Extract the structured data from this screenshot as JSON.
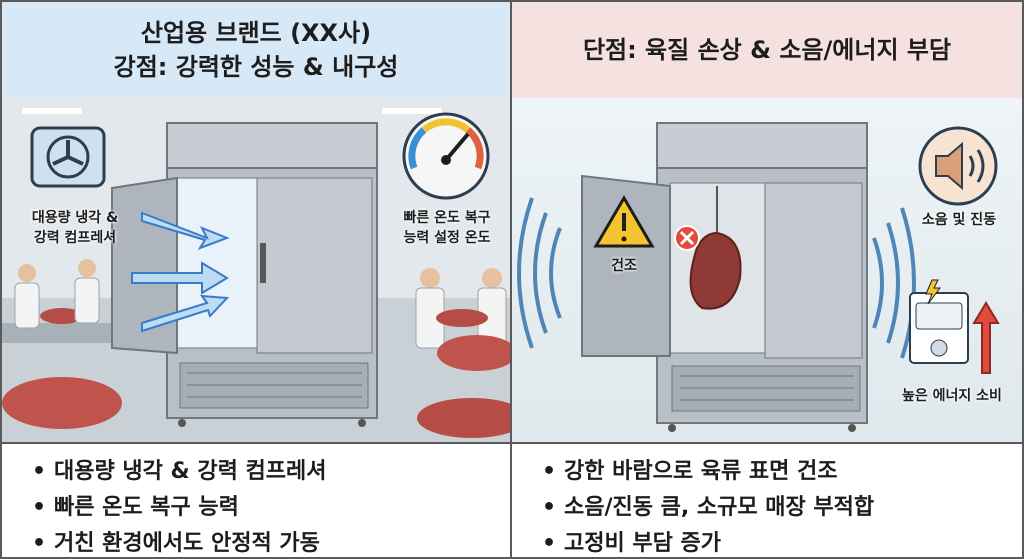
{
  "left": {
    "title_line1": "산업용 브랜드 (XX사)",
    "title_line2": "강점: 강력한 성능 & 내구성",
    "label_compressor": [
      "대용량 냉각 &",
      "강력 컴프레셔"
    ],
    "label_gauge": [
      "빠른 온도 복구",
      "능력 설정 온도"
    ],
    "bullets": [
      "대용량 냉각 & 강력 컴프레셔",
      "빠른 온도 복구 능력",
      "거친 환경에서도 안정적 가동"
    ],
    "icons": [
      "compressor-fan-icon",
      "temperature-gauge-icon",
      "airflow-arrow-icon"
    ]
  },
  "right": {
    "title": "단점: 육질 손상 & 소음/에너지 부담",
    "label_dry": "건조",
    "label_noise": "소음 및 진동",
    "label_energy": "높은 에너지 소비",
    "bullets": [
      "강한 바람으로 육류 표면 건조",
      "소음/진동 큼, 소규모 매장 부적합",
      "고정비 부담 증가"
    ],
    "icons": [
      "warning-icon",
      "cross-icon",
      "speaker-icon",
      "energy-meter-icon",
      "arrow-up-icon"
    ]
  },
  "bullet_char": "•",
  "colors": {
    "left_header": "#d7e8f6",
    "right_header": "#f6e1e1",
    "steel": "#b8bfc6",
    "meat": "#a8453f"
  }
}
